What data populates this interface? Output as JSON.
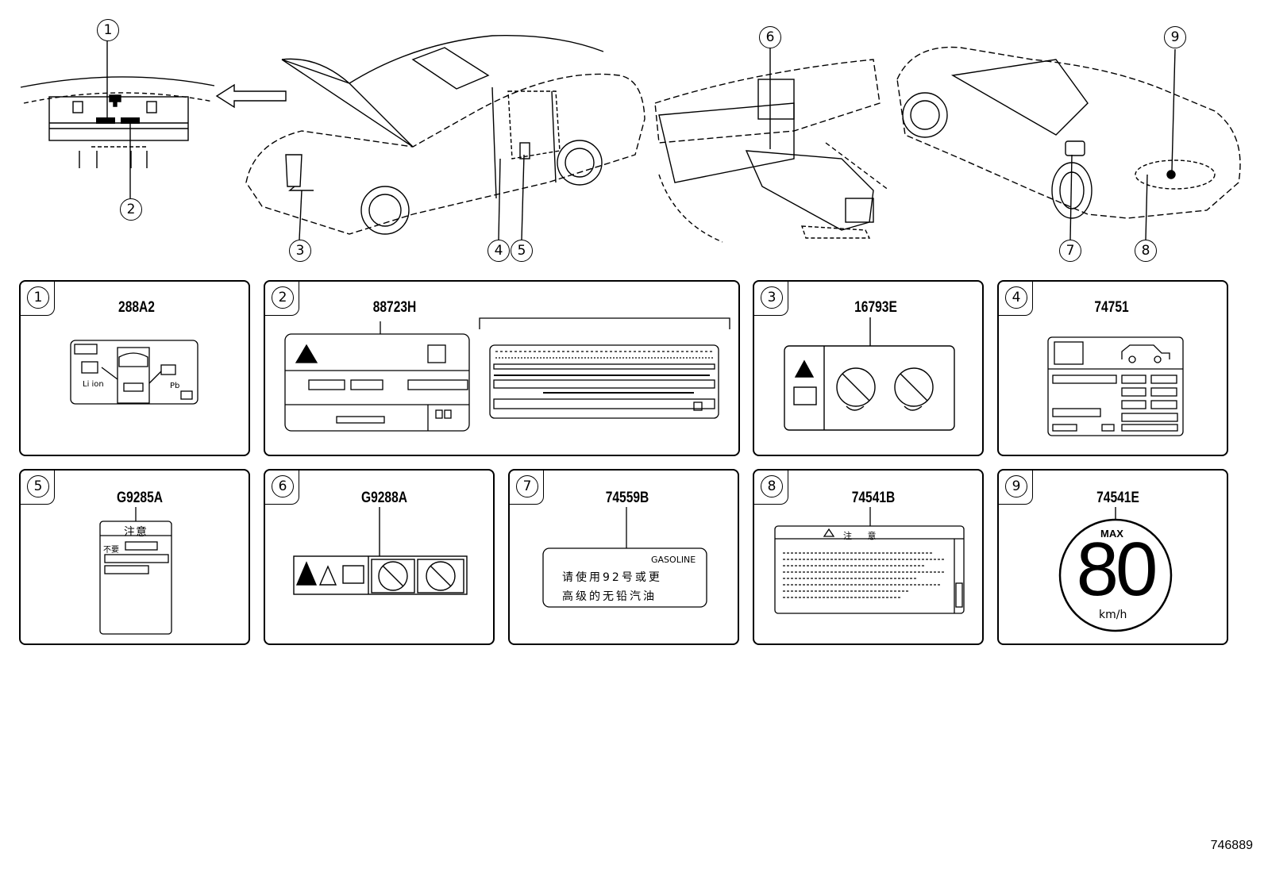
{
  "callouts": [
    "1",
    "2",
    "3",
    "4",
    "5",
    "6",
    "7",
    "8",
    "9"
  ],
  "labels": [
    {
      "num": "1",
      "part": "288A2"
    },
    {
      "num": "2",
      "part": "88723H"
    },
    {
      "num": "3",
      "part": "16793E"
    },
    {
      "num": "4",
      "part": "74751"
    },
    {
      "num": "5",
      "part": "G9285A"
    },
    {
      "num": "6",
      "part": "G9288A"
    },
    {
      "num": "7",
      "part": "74559B"
    },
    {
      "num": "8",
      "part": "74541B"
    },
    {
      "num": "9",
      "part": "74541E"
    }
  ],
  "label1": {
    "li": "Li ion",
    "pb": "Pb"
  },
  "label5": {
    "header": "注意",
    "row1": "不要"
  },
  "label7": {
    "header": "GASOLINE",
    "line1": "请使用92号或更",
    "line2": "高级的无铅汽油"
  },
  "label8": {
    "header": "注 意"
  },
  "label9": {
    "max": "MAX",
    "speed": "80",
    "unit": "km/h"
  },
  "reference": "746889"
}
